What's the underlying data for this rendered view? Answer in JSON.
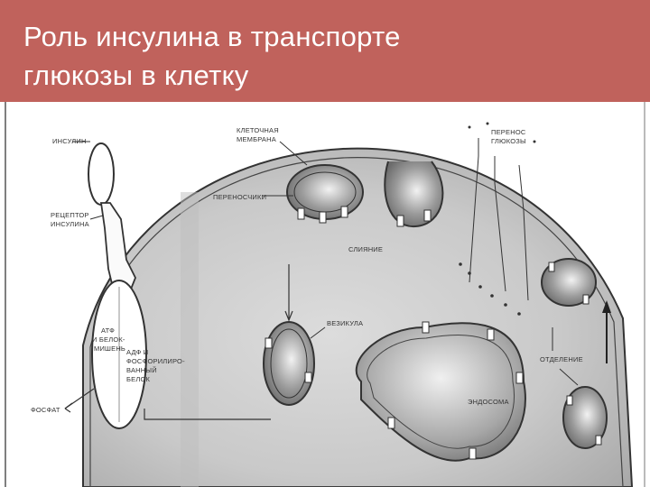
{
  "slide": {
    "title_line1": "Роль инсулина в транспорте",
    "title_line2": "глюкозы в клетку"
  },
  "diagram": {
    "labels": {
      "insulin": "ИНСУЛИН",
      "receptor_1": "РЕЦЕПТОР",
      "receptor_2": "ИНСУЛИНА",
      "membrane_1": "КЛЕТОЧНАЯ",
      "membrane_2": "МЕМБРАНА",
      "glucose_transport_1": "ПЕРЕНОС",
      "glucose_transport_2": "ГЛЮКОЗЫ",
      "transporters": "ПЕРЕНОСЧИКИ",
      "fusion": "СЛИЯНИЕ",
      "vesicle": "ВЕЗИКУЛА",
      "atp_1": "АТФ",
      "atp_2": "И БЕЛОК-",
      "atp_3": "МИШЕНЬ",
      "adp_1": "АДФ И",
      "adp_2": "ФОСФОРИЛИРО-",
      "adp_3": "ВАННЫЙ",
      "adp_4": "БЕЛОК",
      "phosphate": "ФОСФАТ",
      "separation": "ОТДЕЛЕНИЕ",
      "endosome": "ЭНДОСОМА"
    }
  }
}
